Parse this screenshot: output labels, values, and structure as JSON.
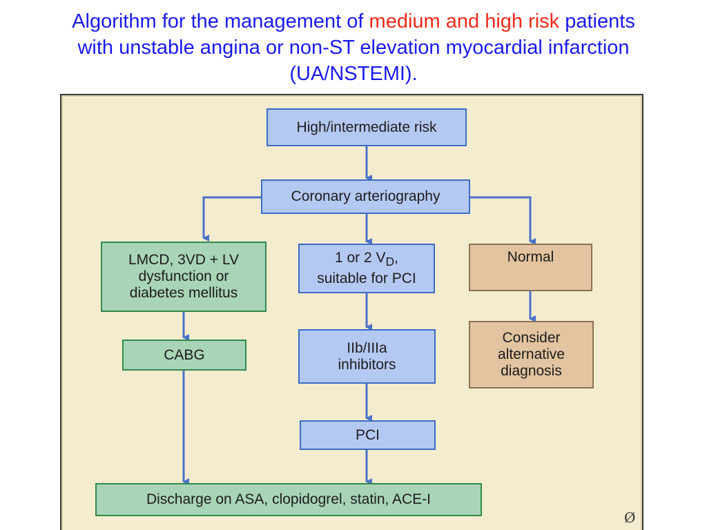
{
  "title": {
    "part1": "Algorithm for the management of ",
    "highlight": "medium and high risk",
    "part2": " patients",
    "line2": "with unstable angina or non-ST elevation myocardial infarction",
    "line3": "(UA/NSTEMI)."
  },
  "nodes": {
    "high_risk": "High/intermediate risk",
    "arteriography": "Coronary arteriography",
    "lmcd_line1": "LMCD, 3VD + LV",
    "lmcd_line2": "dysfunction or",
    "lmcd_line3": "diabetes mellitus",
    "vd_line1_pre": "1 or 2 V",
    "vd_line1_sub": "D",
    "vd_line1_post": ",",
    "vd_line2": "suitable for PCI",
    "normal": "Normal",
    "cabg": "CABG",
    "inhib_line1": "IIb/IIIa",
    "inhib_line2": "inhibitors",
    "consider_line1": "Consider",
    "consider_line2": "alternative",
    "consider_line3": "diagnosis",
    "pci": "PCI",
    "discharge": "Discharge on ASA, clopidogrel, statin, ACE-I"
  },
  "colors": {
    "title": "#1a1aee",
    "highlight": "#ee2a1a",
    "arrow": "#4a72c8",
    "panel": "#f4eccf"
  },
  "logo_icon": "copyright-logo-icon"
}
